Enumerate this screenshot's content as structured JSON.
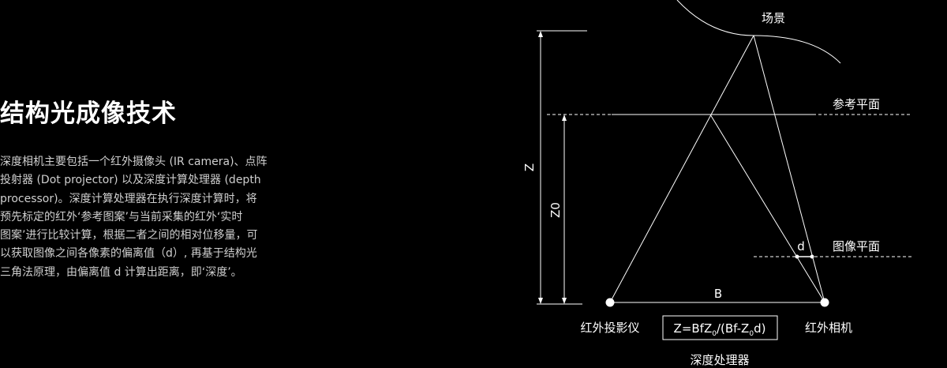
{
  "title": "结构光成像技术",
  "description_lines": [
    "深度相机主要包括一个红外摄像头 (IR camera)、点阵",
    "投射器 (Dot projector) 以及深度计算处理器 (depth",
    "processor)。深度计算处理器在执行深度计算时，将",
    "预先标定的红外‘参考图案’与当前采集的红外‘实时",
    "图案’进行比较计算，根据二者之间的相对位移量，可",
    "以获取图像之间各像素的偏离值（d）, 再基于结构光",
    "三角法原理，由偏离值 d 计算出距离，即‘深度’。"
  ],
  "diagram": {
    "scene_label": "场景",
    "reference_plane_label": "参考平面",
    "image_plane_label": "图像平面",
    "z_label": "Z",
    "z0_label": "Z0",
    "d_label": "d",
    "b_label": "B",
    "projector_label": "红外投影仪",
    "camera_label": "红外相机",
    "processor_label": "深度处理器",
    "formula": {
      "p1": "Z=BfZ",
      "s1": "0",
      "p2": "/(Bf-Z",
      "s2": "0",
      "p3": "d)"
    }
  },
  "colors": {
    "background": "#000000",
    "line": "#ffffff",
    "text": "#ffffff",
    "body_text": "#cfcfcf"
  }
}
